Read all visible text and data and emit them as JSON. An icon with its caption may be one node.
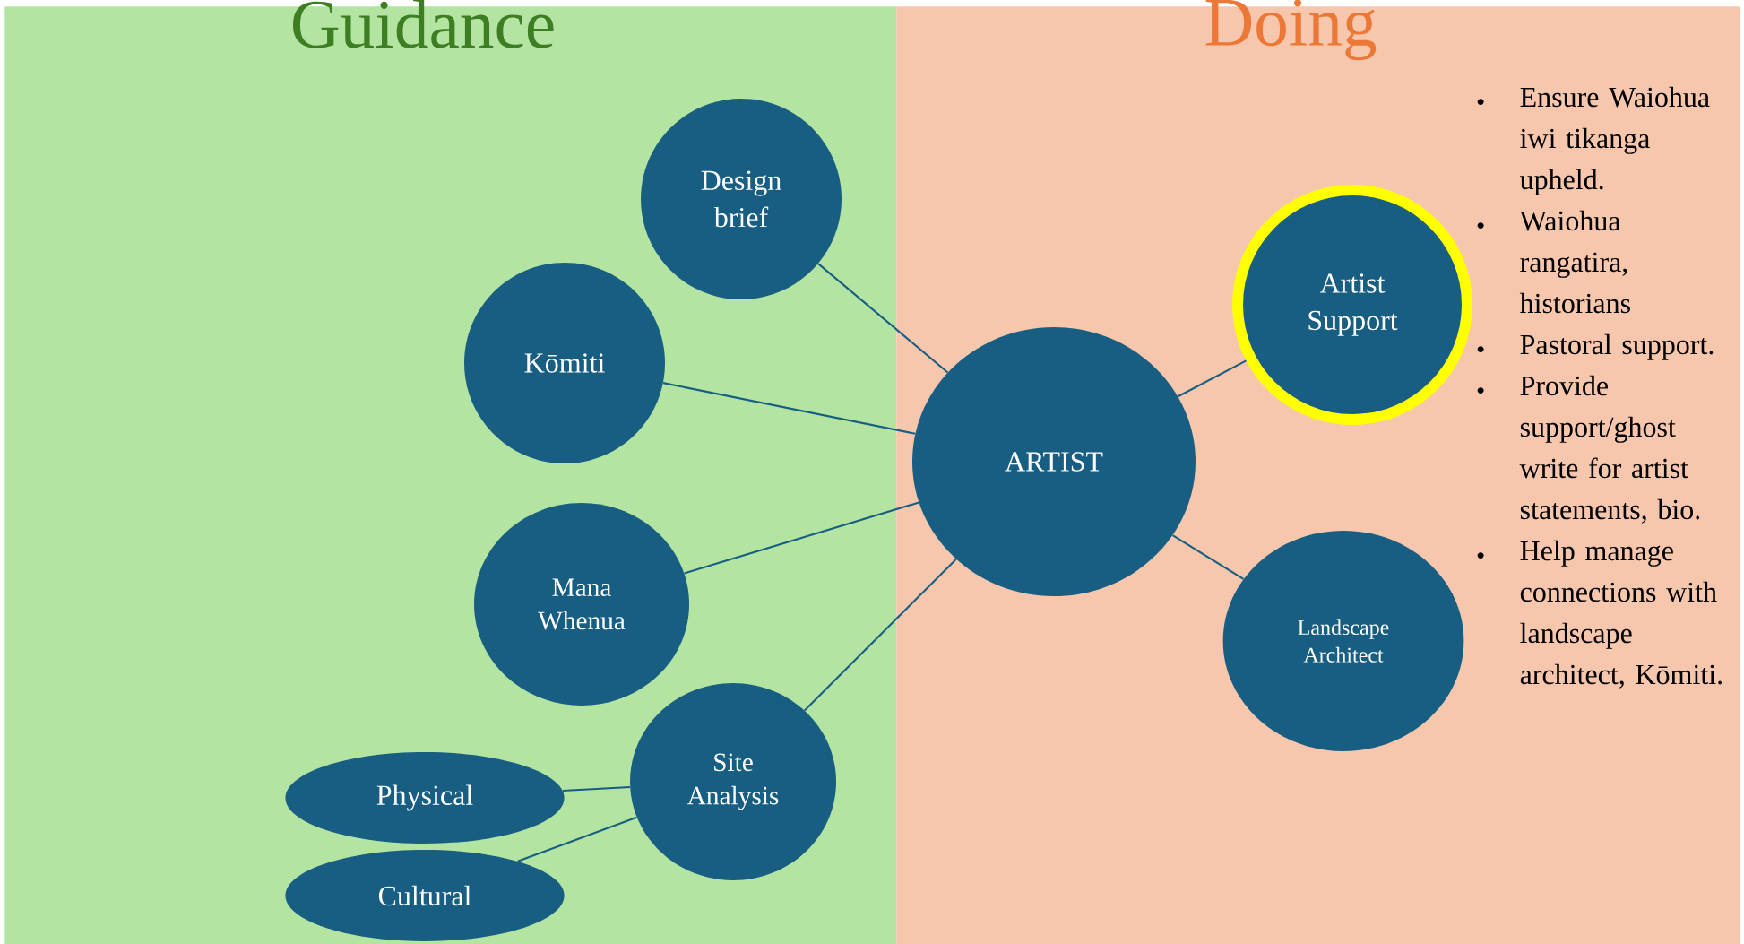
{
  "diagram": {
    "nodes": [
      {
        "text": [
          "Guidance"
        ]
      },
      {
        "text": [
          "Design brief"
        ],
        "in": 0
      },
      {
        "text": [
          "Kōmiti"
        ],
        "in": 0
      },
      {
        "text": [
          "Mana Whenua"
        ],
        "in": 0
      },
      {
        "text": [
          "Site Analysis"
        ],
        "in": 0
      },
      {
        "text": [
          "Physical"
        ],
        "in": 0
      },
      {
        "text": [
          "Cultural"
        ],
        "in": 0
      },
      {
        "text": [
          "Doing"
        ]
      },
      {
        "text": [
          "ARTIST"
        ],
        "in": 7
      },
      {
        "text": [
          "Artist Support"
        ],
        "in": 7
      },
      {
        "text": [
          "Landscape Architect"
        ],
        "in": 7
      }
    ],
    "edges": [
      {
        "from": 8,
        "to": 1,
        "arrow": "none"
      },
      {
        "from": 8,
        "to": 2,
        "arrow": "none"
      },
      {
        "from": 8,
        "to": 3,
        "arrow": "none"
      },
      {
        "from": 8,
        "to": 4,
        "arrow": "none"
      },
      {
        "from": 4,
        "to": 5,
        "arrow": "none"
      },
      {
        "from": 4,
        "to": 6,
        "arrow": "none"
      },
      {
        "from": 8,
        "to": 9,
        "arrow": "none"
      },
      {
        "from": 8,
        "to": 10,
        "arrow": "none"
      }
    ],
    "labels": [
      "Ensure Waiohua iwi tikanga upheld.",
      "Waiohua rangatira, historians",
      "Pastoral support.",
      "Provide support/ghost write for artist statements, bio.",
      "Help manage connections with landscape architect, Kōmiti."
    ]
  }
}
